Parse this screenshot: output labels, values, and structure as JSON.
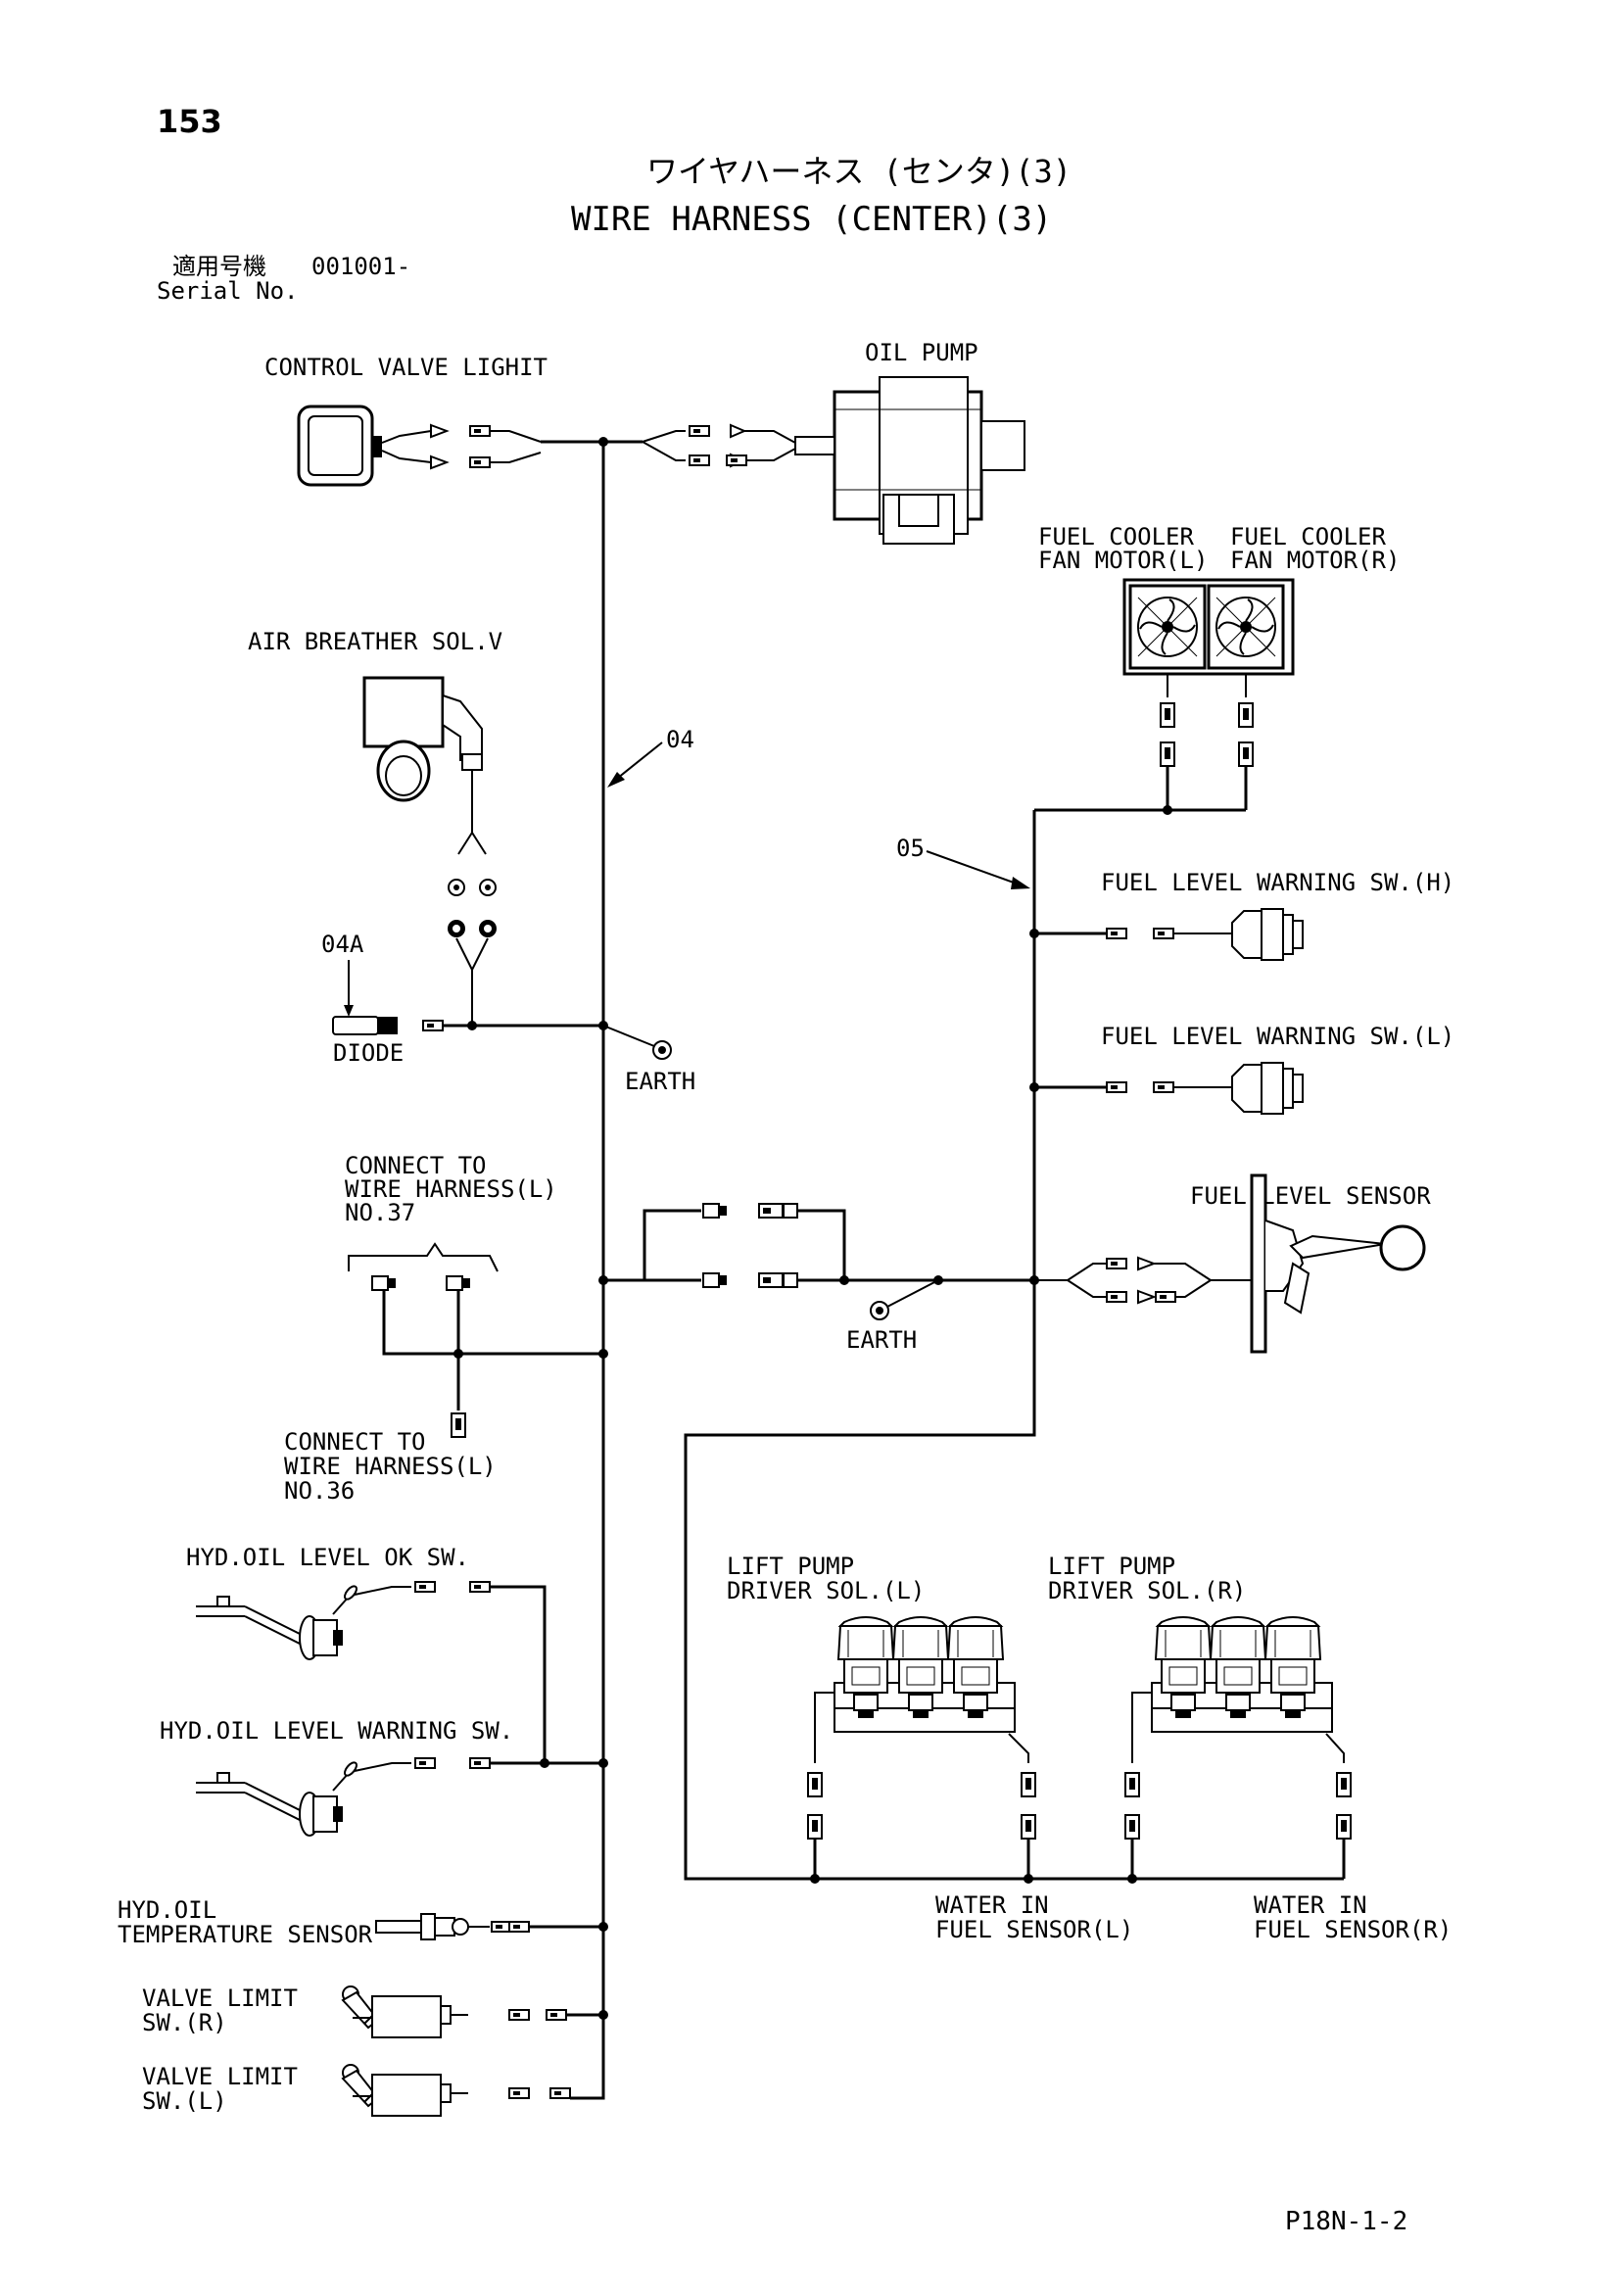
{
  "header": {
    "page_number": "153",
    "title_jp": "ワイヤハーネス (センタ)(3)",
    "title_en": "WIRE HARNESS (CENTER)(3)",
    "serial_label_jp": "適用号機",
    "serial_value": "001001-",
    "serial_label_en": "Serial No."
  },
  "labels": {
    "control_valve_light": "CONTROL VALVE LIGHIT",
    "oil_pump": "OIL PUMP",
    "fuel_cooler_l_1": "FUEL COOLER",
    "fuel_cooler_l_2": "FAN MOTOR(L)",
    "fuel_cooler_r_1": "FUEL COOLER",
    "fuel_cooler_r_2": "FAN MOTOR(R)",
    "air_breather": "AIR BREATHER SOL.V",
    "harness_04": "04",
    "harness_05": "05",
    "harness_04a": "04A",
    "diode": "DIODE",
    "earth_1": "EARTH",
    "earth_2": "EARTH",
    "fuel_level_warning_h": "FUEL LEVEL WARNING SW.(H)",
    "fuel_level_warning_l": "FUEL LEVEL WARNING SW.(L)",
    "fuel_level_sensor": "FUEL LEVEL SENSOR",
    "connect37_1": "CONNECT TO",
    "connect37_2": "WIRE HARNESS(L)",
    "connect37_3": "NO.37",
    "connect36_1": "CONNECT TO",
    "connect36_2": "WIRE HARNESS(L)",
    "connect36_3": "NO.36",
    "hyd_oil_level_ok": "HYD.OIL LEVEL OK SW.",
    "hyd_oil_level_warning": "HYD.OIL LEVEL WARNING SW.",
    "hyd_oil_temp_1": "HYD.OIL",
    "hyd_oil_temp_2": "TEMPERATURE SENSOR",
    "valve_limit_r_1": "VALVE LIMIT",
    "valve_limit_r_2": "SW.(R)",
    "valve_limit_l_1": "VALVE LIMIT",
    "valve_limit_l_2": "SW.(L)",
    "lift_pump_l_1": "LIFT PUMP",
    "lift_pump_l_2": "DRIVER SOL.(L)",
    "lift_pump_r_1": "LIFT PUMP",
    "lift_pump_r_2": "DRIVER SOL.(R)",
    "water_in_l_1": "WATER IN",
    "water_in_l_2": "FUEL SENSOR(L)",
    "water_in_r_1": "WATER IN",
    "water_in_r_2": "FUEL SENSOR(R)"
  },
  "footer": {
    "page_code": "P18N-1-2"
  }
}
